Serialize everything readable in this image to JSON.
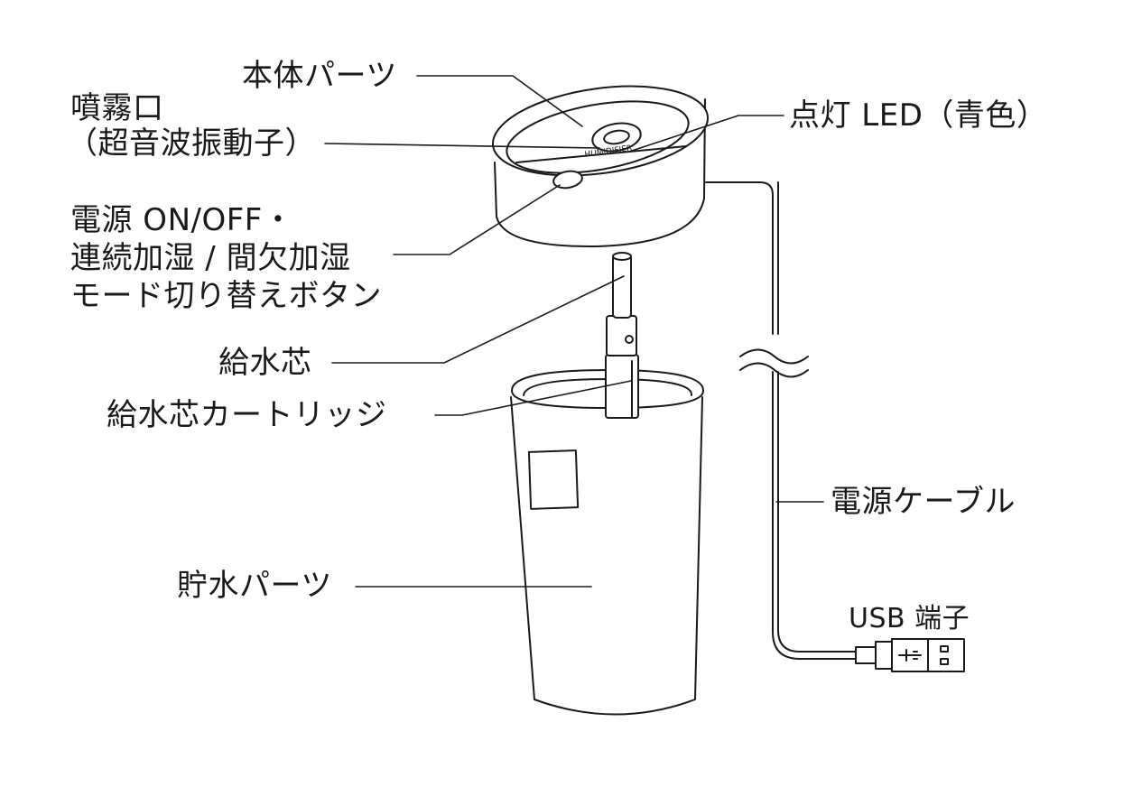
{
  "labels": {
    "body_part": "本体パーツ",
    "mist_outlet_line1": "噴霧口",
    "mist_outlet_line2": "（超音波振動子）",
    "power_button_line1": "電源 ON/OFF・",
    "power_button_line2": "連続加湿 / 間欠加湿",
    "power_button_line3": "モード切り替えボタン",
    "led": "点灯 LED（青色）",
    "wick": "給水芯",
    "wick_cartridge": "給水芯カートリッジ",
    "power_cable": "電源ケーブル",
    "water_tank": "貯水パーツ",
    "usb_terminal": "USB 端子",
    "brand_mark": "HUMIDIFIER"
  },
  "colors": {
    "line": "#1a1a1a",
    "background": "#ffffff"
  }
}
